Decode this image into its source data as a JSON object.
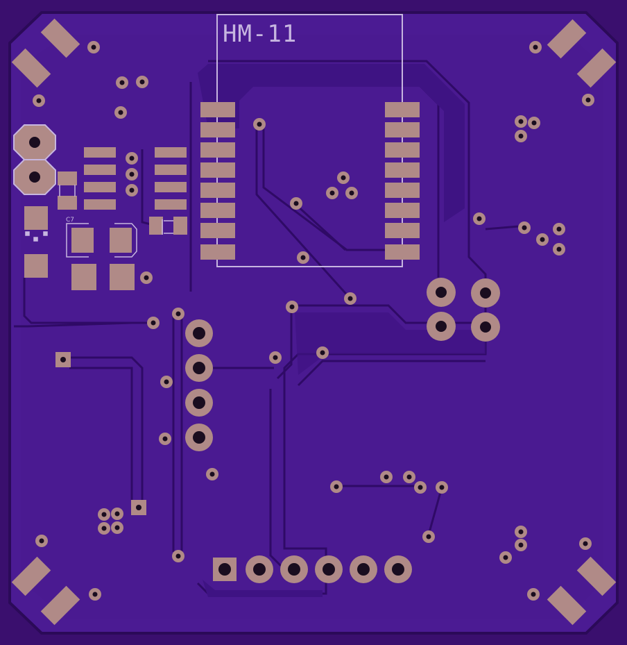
{
  "colors": {
    "background": "#3a0f6e",
    "board": "#4b1b93",
    "board_edge": "#2b0a58",
    "trace": "#3e1383",
    "trace_shadow": "#2f0a66",
    "pad": "#b08a87",
    "pad_edge": "#8f6d72",
    "drill": "#1a0d1f",
    "silkscreen": "#c7b6e0"
  },
  "module": {
    "label": "HM-11"
  },
  "capacitor": {
    "label": "C7"
  },
  "icons": {
    "corner_pads": "rotated-rectangle-pad",
    "vias": "ring-via",
    "header": "through-hole-header"
  }
}
